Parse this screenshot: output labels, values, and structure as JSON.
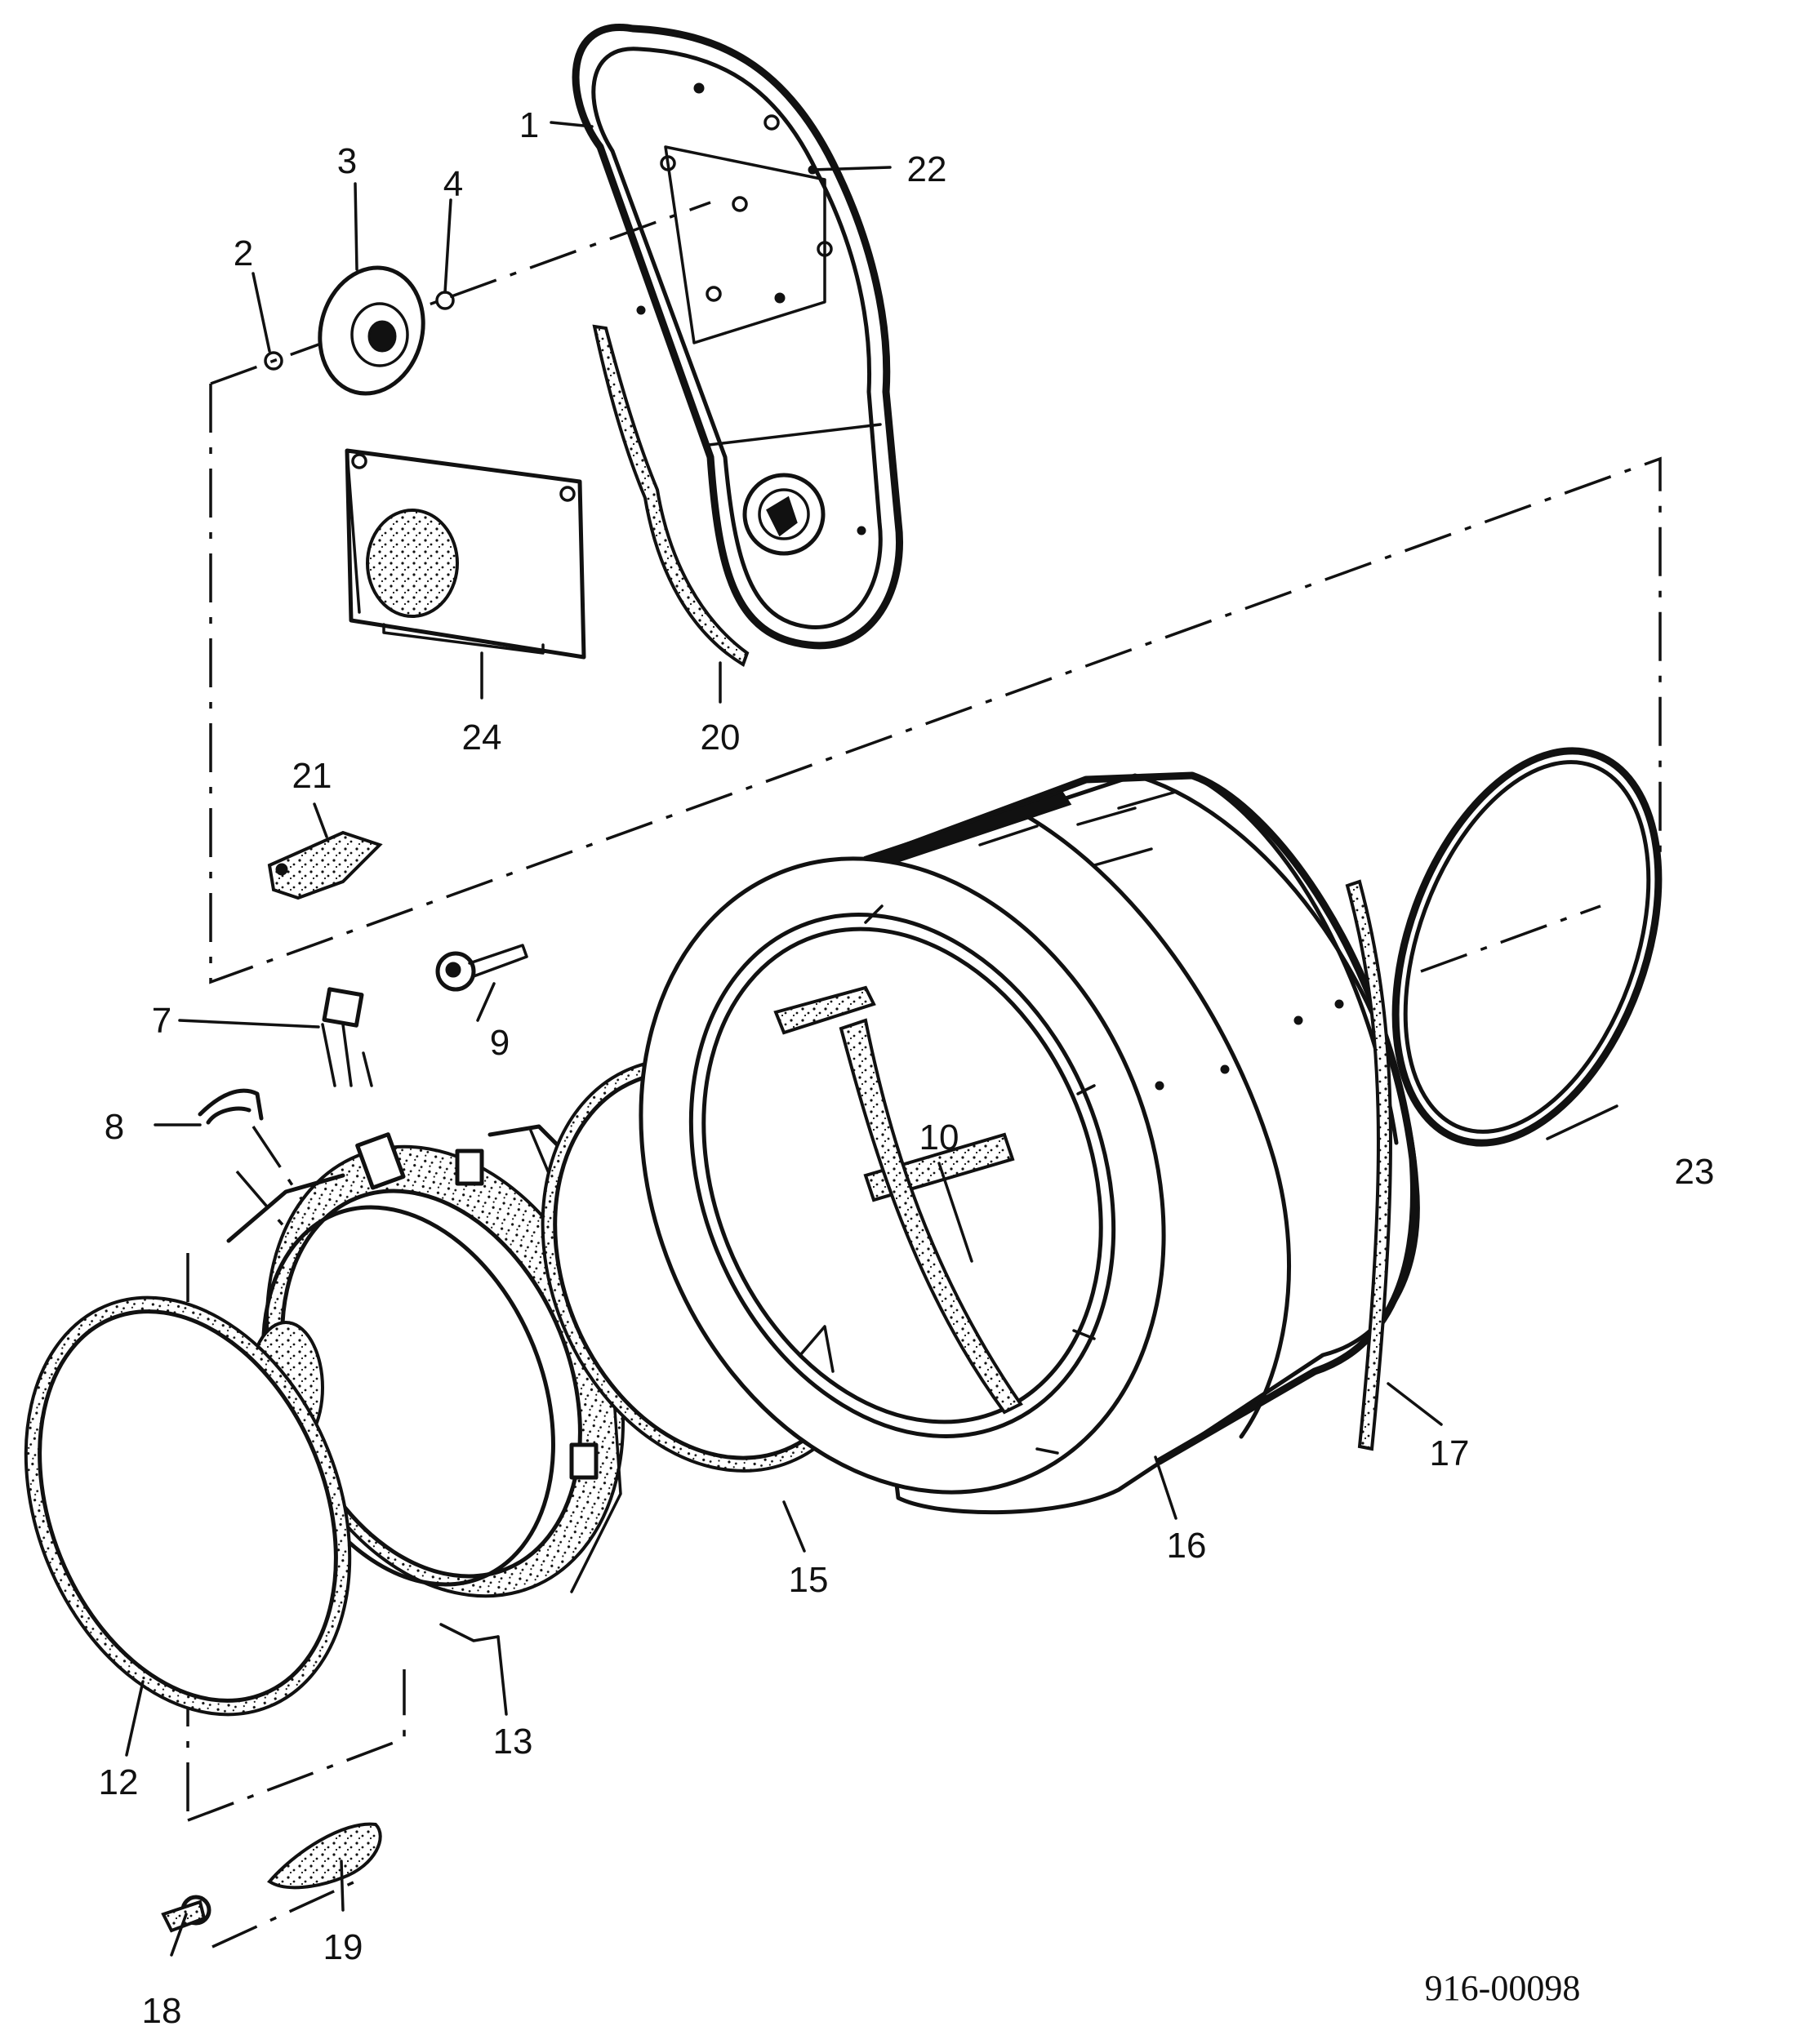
{
  "callouts": [
    {
      "id": "1",
      "text": "1"
    },
    {
      "id": "2",
      "text": "2"
    },
    {
      "id": "3",
      "text": "3"
    },
    {
      "id": "4",
      "text": "4"
    },
    {
      "id": "7",
      "text": "7"
    },
    {
      "id": "8",
      "text": "8"
    },
    {
      "id": "9",
      "text": "9"
    },
    {
      "id": "10",
      "text": "10"
    },
    {
      "id": "12",
      "text": "12"
    },
    {
      "id": "13",
      "text": "13"
    },
    {
      "id": "15",
      "text": "15"
    },
    {
      "id": "16",
      "text": "16"
    },
    {
      "id": "17",
      "text": "17"
    },
    {
      "id": "18",
      "text": "18"
    },
    {
      "id": "19",
      "text": "19"
    },
    {
      "id": "20",
      "text": "20"
    },
    {
      "id": "21",
      "text": "21"
    },
    {
      "id": "22",
      "text": "22"
    },
    {
      "id": "23",
      "text": "23"
    },
    {
      "id": "24",
      "text": "24"
    }
  ],
  "drawing_number": "916-00098"
}
